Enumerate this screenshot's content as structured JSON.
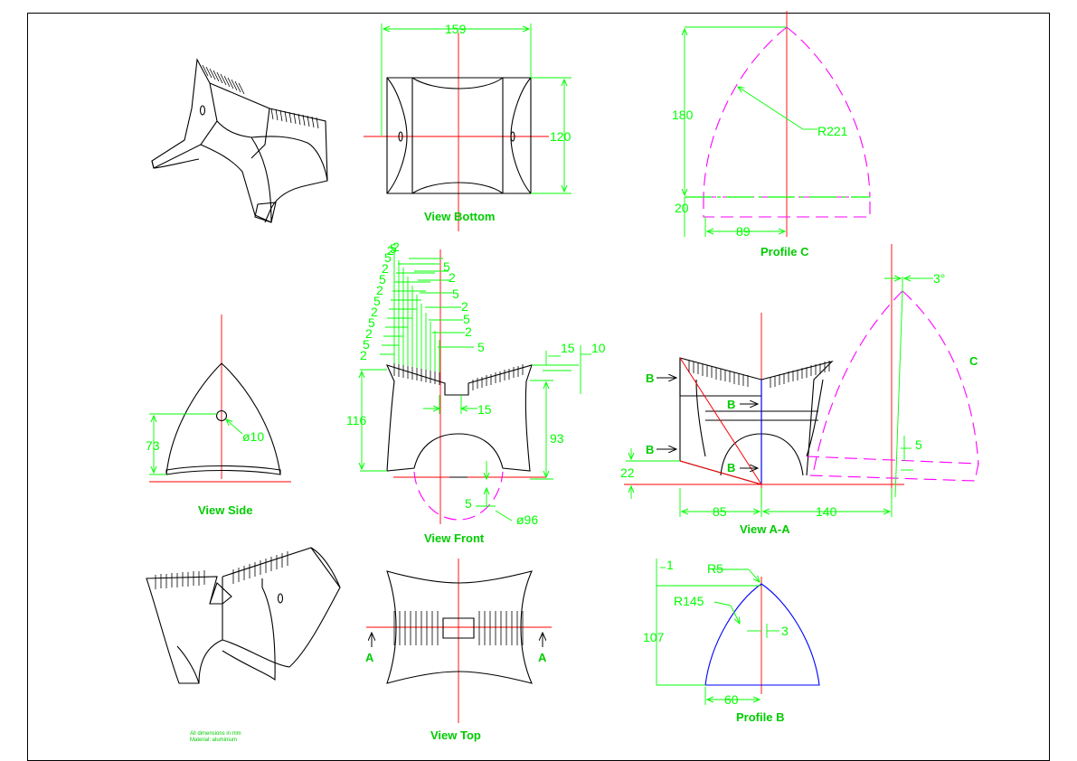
{
  "views": {
    "bottom": "View Bottom",
    "profile_c": "Profile C",
    "side": "View Side",
    "front": "View Front",
    "section_aa": "View A-A",
    "top": "View Top",
    "profile_b": "Profile B"
  },
  "dims": {
    "d159": "159",
    "d120": "120",
    "d180": "180",
    "r221": "R221",
    "d20": "20",
    "d89": "89",
    "d73": "73",
    "dia10": "ø10",
    "d116": "116",
    "d15": "15",
    "d15b": "15",
    "d10": "10",
    "d93": "93",
    "d5": "5",
    "dia96": "ø96",
    "ang3": "3°",
    "d22": "22",
    "d85": "85",
    "d140": "140",
    "d5b": "5",
    "d1": "1",
    "r5": "R5",
    "r145": "R145",
    "d107": "107",
    "d3": "3",
    "d60": "60",
    "fins": [
      "2",
      "5",
      "2",
      "5",
      "2",
      "5",
      "2",
      "5",
      "2",
      "5",
      "2",
      "5",
      "2"
    ],
    "fins_right": [
      "5",
      "2",
      "5",
      "2",
      "5",
      "2",
      "5"
    ]
  },
  "labels": {
    "a": "A",
    "b": "B",
    "c": "C"
  },
  "notes": {
    "line1": "All dimensions in mm",
    "line2": "Material: aluminium"
  }
}
